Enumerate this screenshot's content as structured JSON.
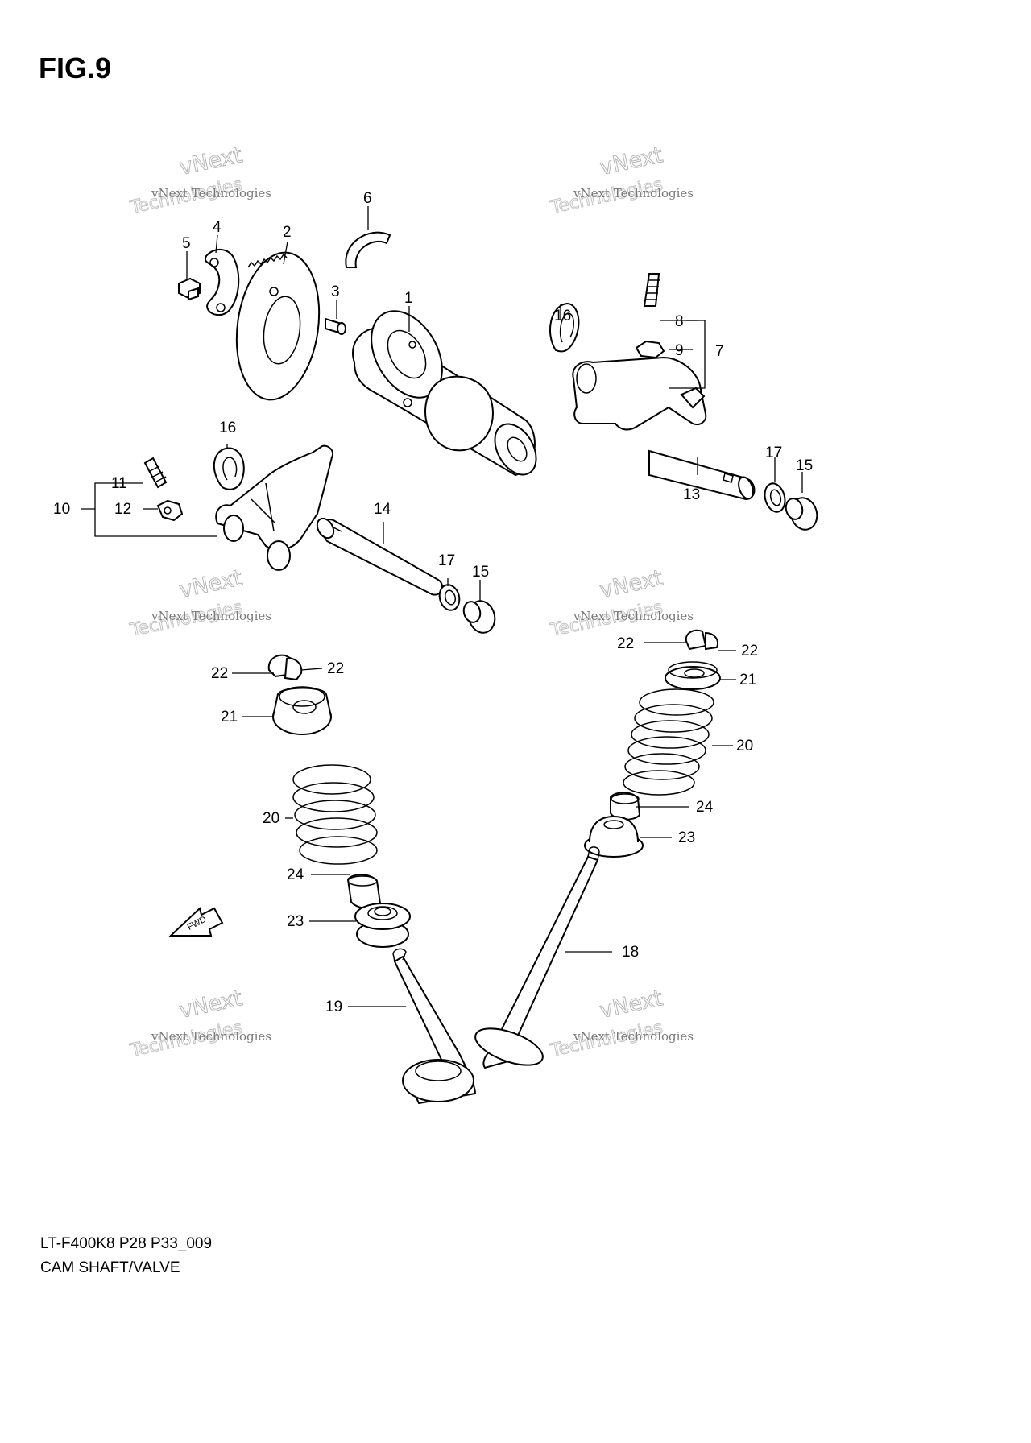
{
  "figure": {
    "title": "FIG.9"
  },
  "footer": {
    "model_code": "LT-F400K8 P28 P33_009",
    "section_name": "CAM SHAFT/VALVE"
  },
  "watermark": {
    "line1": "vNext Technologies",
    "line2": "vNext",
    "line3": "Technologies"
  },
  "fwd_arrow_label": "FWD",
  "callouts": {
    "c1": "1",
    "c2": "2",
    "c3": "3",
    "c4": "4",
    "c5": "5",
    "c6": "6",
    "c7": "7",
    "c8": "8",
    "c9": "9",
    "c10": "10",
    "c11": "11",
    "c12": "12",
    "c13": "13",
    "c14": "14",
    "c15a": "15",
    "c15b": "15",
    "c16a": "16",
    "c16b": "16",
    "c17a": "17",
    "c17b": "17",
    "c18": "18",
    "c19": "19",
    "c20a": "20",
    "c20b": "20",
    "c21a": "21",
    "c21b": "21",
    "c22a": "22",
    "c22b": "22",
    "c22c": "22",
    "c22d": "22",
    "c23a": "23",
    "c23b": "23",
    "c24a": "24",
    "c24b": "24"
  }
}
